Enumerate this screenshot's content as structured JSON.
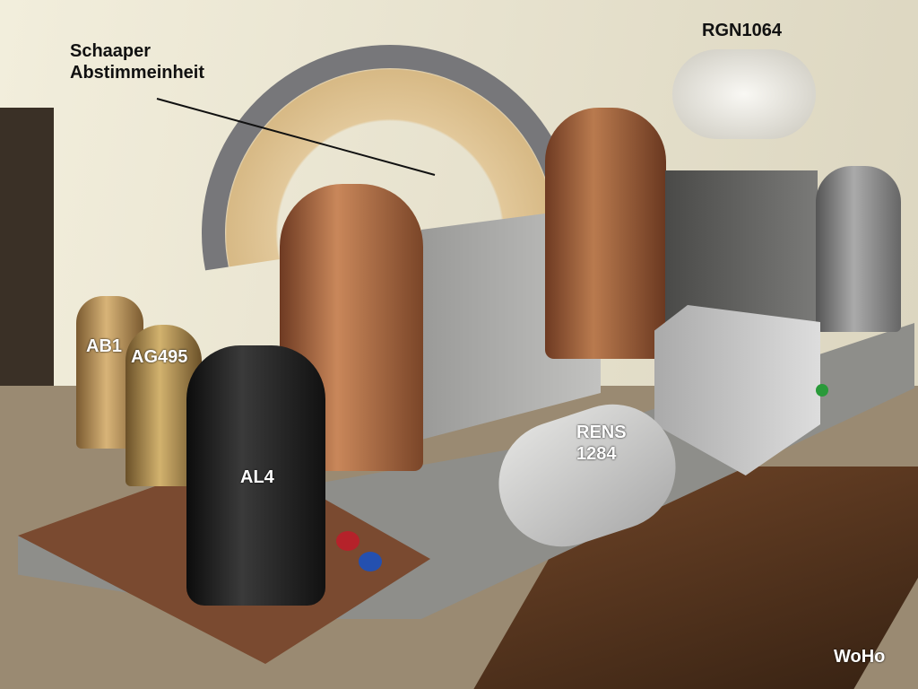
{
  "labels": {
    "tuning_unit": "Schaaper\nAbstimmeinheit",
    "rgn1064": "RGN1064",
    "ab1": "AB1",
    "ag495": "AG495",
    "al4": "AL4",
    "rens1284": "RENS\n1284",
    "watermark": "WoHo"
  },
  "colors": {
    "wall": "#e9e4d0",
    "copper": "#a0623a",
    "chassis": "#8c8c88",
    "floor": "#5a3a24"
  }
}
